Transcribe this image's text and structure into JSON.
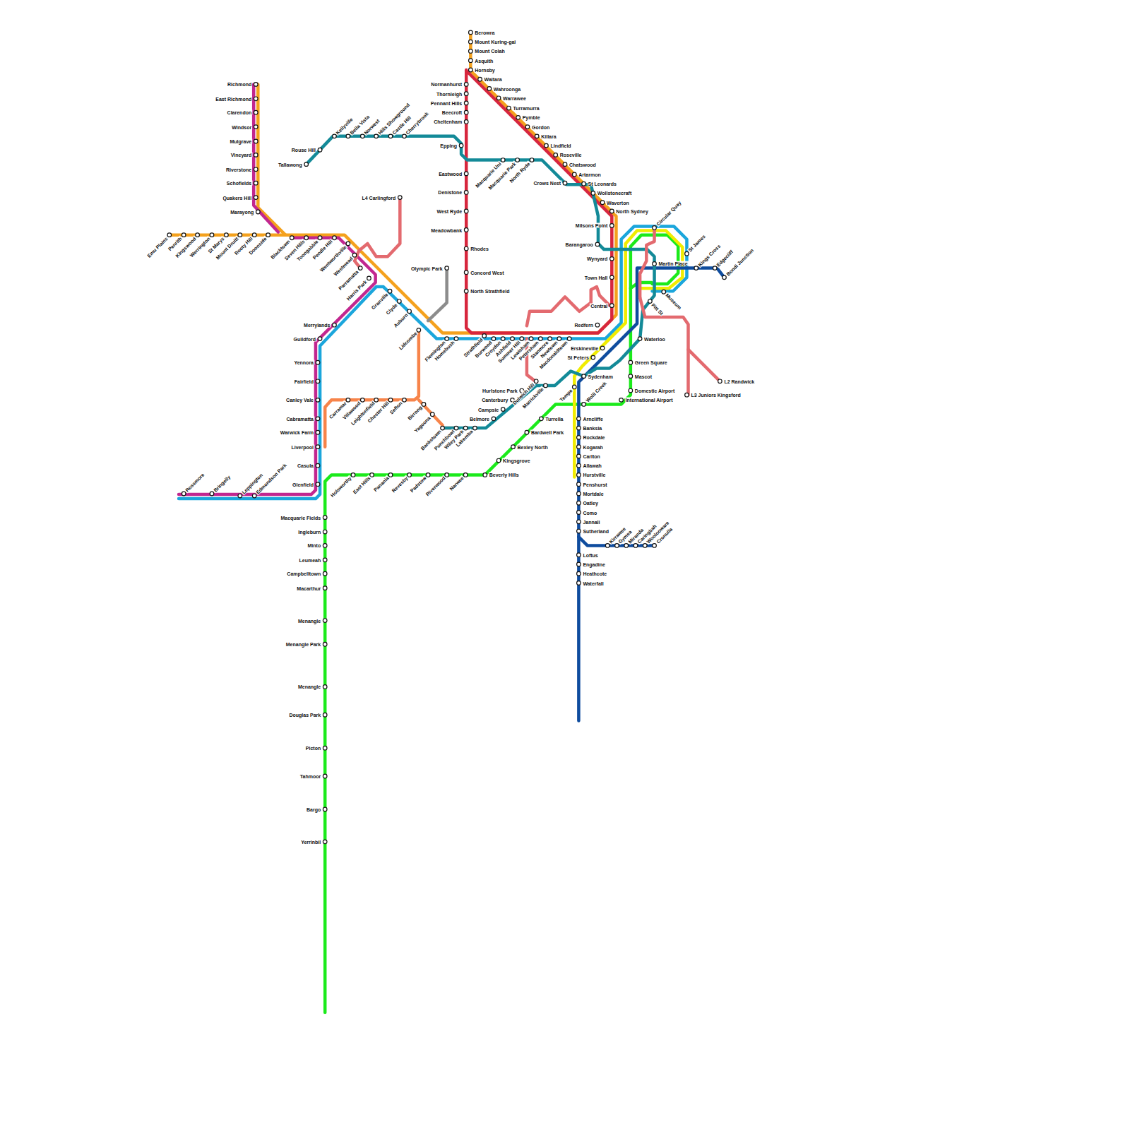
{
  "diagram": {
    "labels": [
      "Richmond",
      "East Richmond",
      "Clarendon",
      "Windsor",
      "Mulgrave",
      "Vineyard",
      "Riverstone",
      "Schofields",
      "Quakers Hill",
      "Marayong",
      "Emu Plains",
      "Penrith",
      "Kingswood",
      "Werrington",
      "St Marys",
      "Mount Druitt",
      "Rooty Hill",
      "Doonside",
      "Blacktown",
      "Seven Hills",
      "Toongabbie",
      "Pendle Hill",
      "Wentworthville",
      "Westmead",
      "Parramatta",
      "Harris Park",
      "Granville",
      "Clyde",
      "Auburn",
      "Lidcombe",
      "Olympic Park",
      "Flemington",
      "Homebush",
      "Strathfield",
      "Burwood",
      "Croydon",
      "Ashfield",
      "Summer Hill",
      "Lewisham",
      "Petersham",
      "Stanmore",
      "Newtown",
      "Macdonaldtown",
      "Redfern",
      "Erskineville",
      "St Peters",
      "Sydenham",
      "Tempe",
      "Wolli Creek",
      "Central",
      "Town Hall",
      "Wynyard",
      "Barangaroo",
      "Milsons Point",
      "North Sydney",
      "Waverton",
      "Wollstonecraft",
      "St Leonards",
      "Crows Nest",
      "Artarmon",
      "Chatswood",
      "Roseville",
      "Lindfield",
      "Killara",
      "Gordon",
      "Pymble",
      "Turramurra",
      "Warrawee",
      "Wahroonga",
      "Waitara",
      "Hornsby",
      "Asquith",
      "Mount Colah",
      "Mount Kuring-gai",
      "Berowra",
      "Normanhurst",
      "Thornleigh",
      "Pennant Hills",
      "Beecroft",
      "Cheltenham",
      "Epping",
      "Eastwood",
      "Denistone",
      "West Ryde",
      "Meadowbank",
      "Rhodes",
      "Concord West",
      "North Strathfield",
      "Tallawong",
      "Rouse Hill",
      "Kellyville",
      "Bella Vista",
      "Norwest",
      "Hills Showground",
      "Castle Hill",
      "Cherrybrook",
      "Macquarie Uni",
      "Macquarie Park",
      "North Ryde",
      "Circular Quay",
      "St James",
      "Museum",
      "Martin Place",
      "Pitt St",
      "Kings Cross",
      "Edgecliff",
      "Bondi Junction",
      "Waterloo",
      "Green Square",
      "Mascot",
      "Domestic Airport",
      "International Airport",
      "L2 Randwick",
      "L3 Juniors Kingsford",
      "L4 Carlingford",
      "Marrickville",
      "Dulwich Hill",
      "Hurlstone Park",
      "Canterbury",
      "Campsie",
      "Belmore",
      "Lakemba",
      "Wiley Park",
      "Punchbowl",
      "Bankstown",
      "Yagoona",
      "Birrong",
      "Sefton",
      "Chester Hill",
      "Leightonfield",
      "Villawood",
      "Carramar",
      "Merrylands",
      "Guildford",
      "Yennora",
      "Fairfield",
      "Canley Vale",
      "Cabramatta",
      "Warwick Farm",
      "Liverpool",
      "Casula",
      "Glenfield",
      "Macquarie Fields",
      "Ingleburn",
      "Minto",
      "Leumeah",
      "Campbelltown",
      "Macarthur",
      "Menangle",
      "Menangle Park",
      "Menangle",
      "Douglas Park",
      "Picton",
      "Tahmoor",
      "Bargo",
      "Yerrinbil",
      "Rossmore",
      "Bringelly",
      "Leppington",
      "Edmondson Park",
      "Holsworthy",
      "East Hills",
      "Panania",
      "Revesby",
      "Padstow",
      "Riverwood",
      "Narwee",
      "Beverly Hills",
      "Kingsgrove",
      "Bexley North",
      "Bardwell Park",
      "Turrella",
      "Arncliffe",
      "Banksia",
      "Rockdale",
      "Kogarah",
      "Carlton",
      "Allawah",
      "Hurstville",
      "Penshurst",
      "Mortdale",
      "Oatley",
      "Como",
      "Jannali",
      "Sutherland",
      "Loftus",
      "Engadine",
      "Heathcote",
      "Waterfall",
      "Kirrawee",
      "Gymea",
      "Miranda",
      "Caringbah",
      "Woolooware",
      "Cronulla"
    ]
  }
}
